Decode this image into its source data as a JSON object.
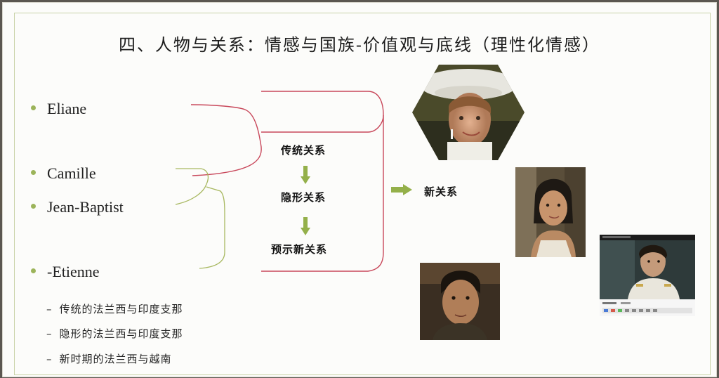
{
  "slide": {
    "title": "四、人物与关系：情感与国族-价值观与底线（理性化情感）",
    "bullets": [
      "Eliane",
      "Camille",
      "Jean-Baptist",
      "-Etienne"
    ],
    "subitems": [
      "传统的法兰西与印度支那",
      "隐形的法兰西与印度支那",
      "新时期的法兰西与越南"
    ],
    "dash": "–",
    "flow": {
      "traditional": "传统关系",
      "hidden": "隐形关系",
      "foreshadow": "预示新关系",
      "new": "新关系"
    },
    "colors": {
      "accent": "#9cb45a",
      "red_bracket": "#c8475a",
      "green_bracket": "#a8b860",
      "frame": "#c9d3a8"
    }
  }
}
